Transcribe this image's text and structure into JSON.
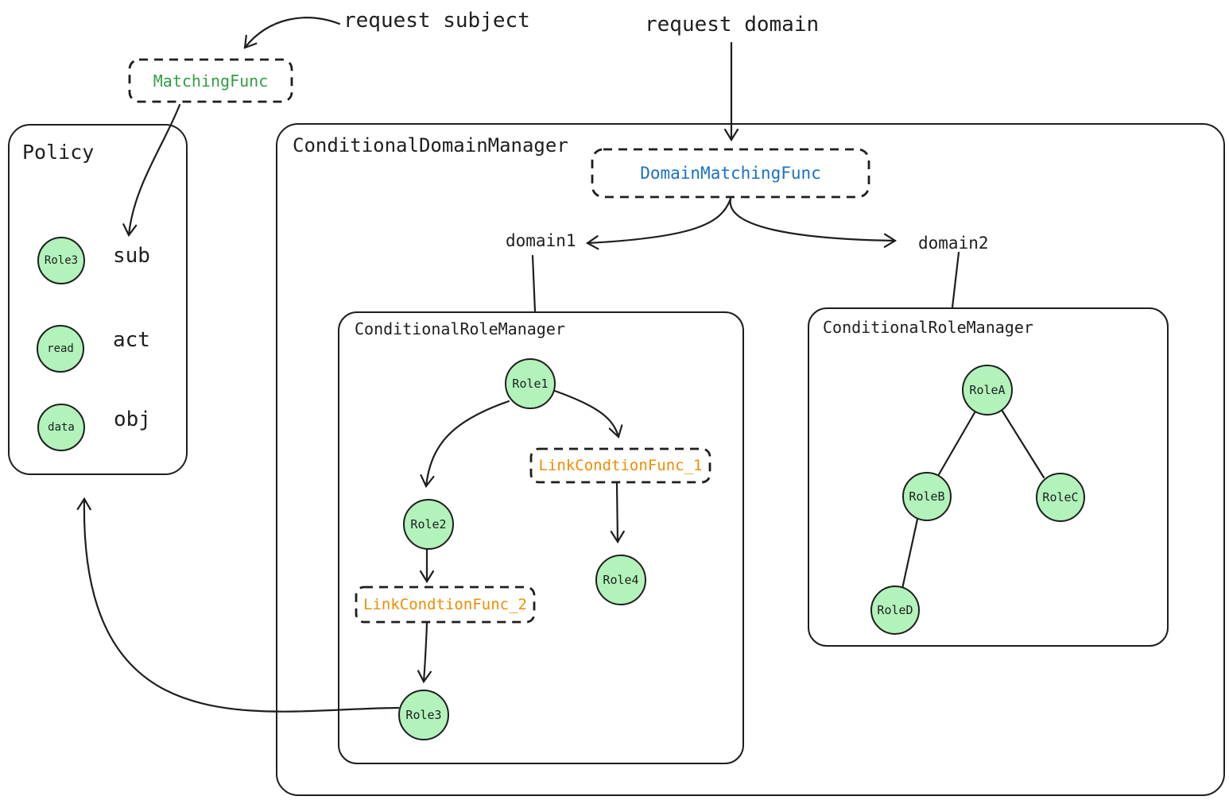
{
  "colors": {
    "stroke": "#1e1e1e",
    "node_fill": "#b2f2bb",
    "matching_func_text": "#2f9e44",
    "domain_matching_func_text": "#1971c2",
    "link_condition_func_text": "#f08c00",
    "background": "#ffffff"
  },
  "annotations": {
    "request_subject": "request subject",
    "request_domain": "request domain",
    "domain1": "domain1",
    "domain2": "domain2"
  },
  "matching_func": {
    "label": "MatchingFunc"
  },
  "policy": {
    "title": "Policy",
    "rows": [
      {
        "node": "Role3",
        "field": "sub"
      },
      {
        "node": "read",
        "field": "act"
      },
      {
        "node": "data",
        "field": "obj"
      }
    ]
  },
  "domain_manager": {
    "title": "ConditionalDomainManager",
    "domain_matching_func": "DomainMatchingFunc"
  },
  "role_manager_domain1": {
    "title": "ConditionalRoleManager",
    "nodes": {
      "role1": "Role1",
      "role2": "Role2",
      "role3": "Role3",
      "role4": "Role4"
    },
    "link_condition_func_1": "LinkCondtionFunc_1",
    "link_condition_func_2": "LinkCondtionFunc_2"
  },
  "role_manager_domain2": {
    "title": "ConditionalRoleManager",
    "nodes": {
      "roleA": "RoleA",
      "roleB": "RoleB",
      "roleC": "RoleC",
      "roleD": "RoleD"
    }
  }
}
